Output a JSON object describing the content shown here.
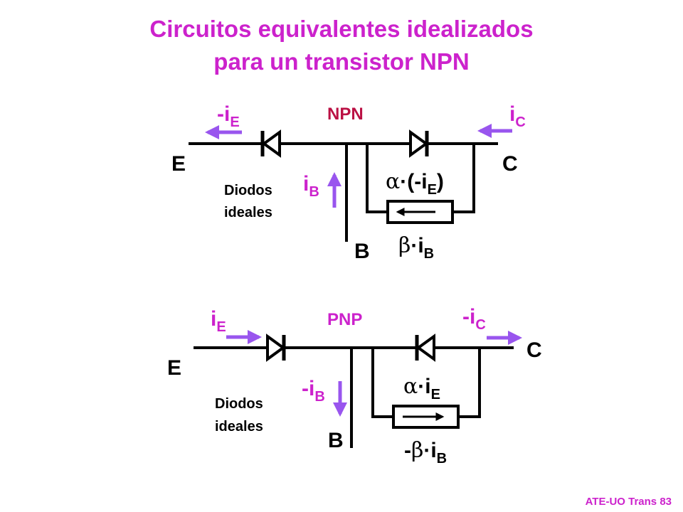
{
  "title": {
    "line1": "Circuitos equivalentes idealizados",
    "line2": "para un transistor  NPN"
  },
  "footer": "ATE-UO Trans 83",
  "colors": {
    "magenta": "#cc22cc",
    "arrow_violet": "#9955ee",
    "npn_label": "#bb1144",
    "ink": "#000000"
  },
  "npn": {
    "type_label": "NPN",
    "emitter": "E",
    "collector": "C",
    "base": "B",
    "diodes_line1": "Diodos",
    "diodes_line2": "ideales",
    "current_emitter": {
      "prefix": "-i",
      "sub": "E"
    },
    "current_collector": {
      "prefix": "i",
      "sub": "C"
    },
    "current_base": {
      "prefix": "i",
      "sub": "B"
    },
    "source_alpha": {
      "greek": "α",
      "mid": "·(-i",
      "sub": "E",
      "end": ")"
    },
    "source_beta": {
      "greek": "β",
      "mid": "·i",
      "sub": "B"
    }
  },
  "pnp": {
    "type_label": "PNP",
    "emitter": "E",
    "collector": "C",
    "base": "B",
    "diodes_line1": "Diodos",
    "diodes_line2": "ideales",
    "current_emitter": {
      "prefix": "i",
      "sub": "E"
    },
    "current_collector": {
      "prefix": "-i",
      "sub": "C"
    },
    "current_base": {
      "prefix": "-i",
      "sub": "B"
    },
    "source_alpha": {
      "greek": "α",
      "mid": "·i",
      "sub": "E"
    },
    "source_beta": {
      "pre": "-",
      "greek": "β",
      "mid": "·i",
      "sub": "B"
    }
  }
}
